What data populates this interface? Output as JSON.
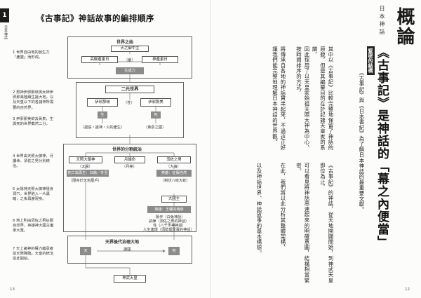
{
  "left": {
    "tab_number": "1",
    "side_label": "日本神話",
    "title": "《古事記》神話故事的編排順序",
    "page_number": "13",
    "notes": [
      "1 世界自由地的創生力「產靈」而形成。",
      "2 男神伊邪那岐與女神伊邪那美陸續生誕大地，以及天皇以下的各諸神所需要的自然界。",
      "3 伊邪那美欲去黃泉，生與死的世界截然二分。",
      "4 世界由天照大御神、月讀命、須佐之男分別統治。",
      "5 太陽神天照大御神隱身洞穴，世界陷入一片黑暗，之後再度現身。",
      "6 地上則由須佐之男征服自然界，英雄神大國主繼承大業。",
      "7 天上諸神的權力繼承者從天際降臨，天皇的統治從此開始。"
    ],
    "diagram": {
      "world_origin": "世界之始",
      "amenominakanushi": "天之御中主",
      "takamimusuhi": "高御產巢日",
      "izumo": "（創）",
      "kamimusuhi": "神產巢日",
      "sheng_li": "生成力",
      "dual_world": "二元世界",
      "izanagi": "伊邪那岐",
      "izanami": "伊邪那美",
      "sex_mid": "〈性〉",
      "sheng": "生",
      "si": "死",
      "dual_sub": "（誕島・誕神・火的產生）",
      "dual_sub2": "（黃泉之國）",
      "divided_world": "世界的分割統治",
      "amaterasu": "天照大御神",
      "tsukuyomi": "月讀命",
      "susanoo": "須佐之男",
      "taiyang": "（太陽）",
      "yuexiang": "（月亮）",
      "dahai": "（大海）",
      "cave": "死亡與再生：日蝕／冬至",
      "cave_sub": "（隱身於天岩屋戶）",
      "hero": "英雄：征服自然",
      "hero_sub": "（制伏八岐大蛇）",
      "okuninushi": "大國主",
      "okuninushi_hero": "英雄：王權的萌芽",
      "okuninushi_sub1": "製作（白兔神話）",
      "okuninushi_sub2": "試練（須佐之男的神話）",
      "okuninushi_sub3": "性（八千矛神神話）",
      "okuninushi_sub4": "人生連環（須勢理毘賣的神話）",
      "descent": "天界後代治理大地",
      "tian": "天",
      "di": "地",
      "ning_rang": "讓國",
      "emperor": "神武天皇"
    }
  },
  "right": {
    "header_big": "概論",
    "header_small": "日本神話",
    "main_title": "《古事記》是神話的「幕之內便當」",
    "section_head": "緊密的結構",
    "page_number": "12",
    "paragraphs": [
      "《古事記》與《日本書紀》為了解日本神話的最重要文獻。",
      "其中以《古事記》比較完整地保留了神話的原貌，但是其編纂目的在於記錄天皇家的系譜，",
      "因此採用了以天皇家始祖天照大神為中心、按時間排序的方式，",
      "將傳承自各地的神話貫串起來，不過這正好讓我們能完整地理解日本神話的世界觀。",
      "《古事記》的神話，從天地開闢開始，到神武天皇即位為止，",
      "可以看見將神話串連起來的明確意圖，結構相當緊密。",
      "在此，我們將以此分析其整體架構，",
      "以及神話世界、神話故事的基本構想。"
    ]
  }
}
